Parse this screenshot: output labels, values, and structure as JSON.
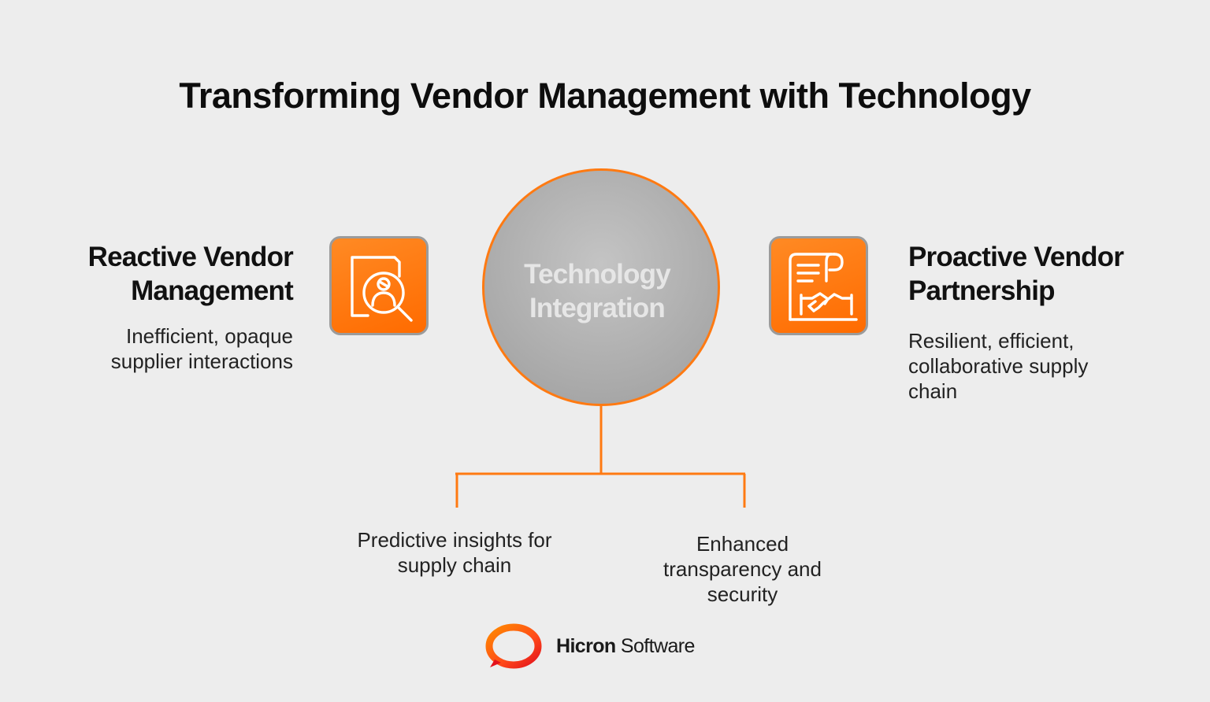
{
  "title": "Transforming Vendor Management with Technology",
  "colors": {
    "accent": "#ff7a12",
    "tile_fill": "#ff7300",
    "hub_fill": "#b3b3b3",
    "background": "#ededed"
  },
  "left": {
    "heading_lines": [
      "Reactive Vendor",
      "Management"
    ],
    "desc_lines": [
      "Inefficient, opaque",
      "supplier interactions"
    ],
    "icon": "document-search-person-icon"
  },
  "center": {
    "label_lines": [
      "Technology",
      "Integration"
    ]
  },
  "right": {
    "heading_lines": [
      "Proactive Vendor",
      "Partnership"
    ],
    "desc_lines": [
      "Resilient, efficient,",
      "collaborative supply",
      "chain"
    ],
    "icon": "contract-handshake-icon"
  },
  "branches": [
    {
      "lines": [
        "Predictive insights for",
        "supply chain"
      ]
    },
    {
      "lines": [
        "Enhanced",
        "transparency and",
        "security"
      ]
    }
  ],
  "logo": {
    "bold": "Hicron",
    "regular": " Software",
    "icon": "hicron-ring-logo"
  }
}
